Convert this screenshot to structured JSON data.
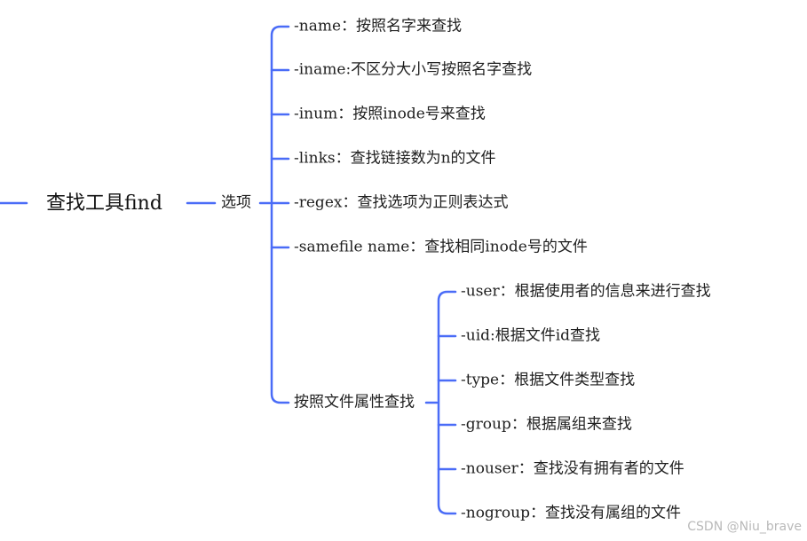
{
  "root": {
    "label": "查找工具find"
  },
  "branch_options": {
    "label": "选项",
    "items": [
      "-name：按照名字来查找",
      "-iname:不区分大小写按照名字查找",
      "-inum：按照inode号来查找",
      "-links：查找链接数为n的文件",
      "-regex：查找选项为正则表达式",
      "-samefile name：查找相同inode号的文件"
    ]
  },
  "branch_attributes": {
    "label": "按照文件属性查找",
    "items": [
      "-user：根据使用者的信息来进行查找",
      "-uid:根据文件id查找",
      "-type：根据文件类型查找",
      "-group：根据属组来查找",
      "-nouser：查找没有拥有者的文件",
      "-nogroup：查找没有属组的文件"
    ]
  },
  "watermark": "CSDN @Niu_brave",
  "colors": {
    "connector": "#4a6cf7"
  }
}
